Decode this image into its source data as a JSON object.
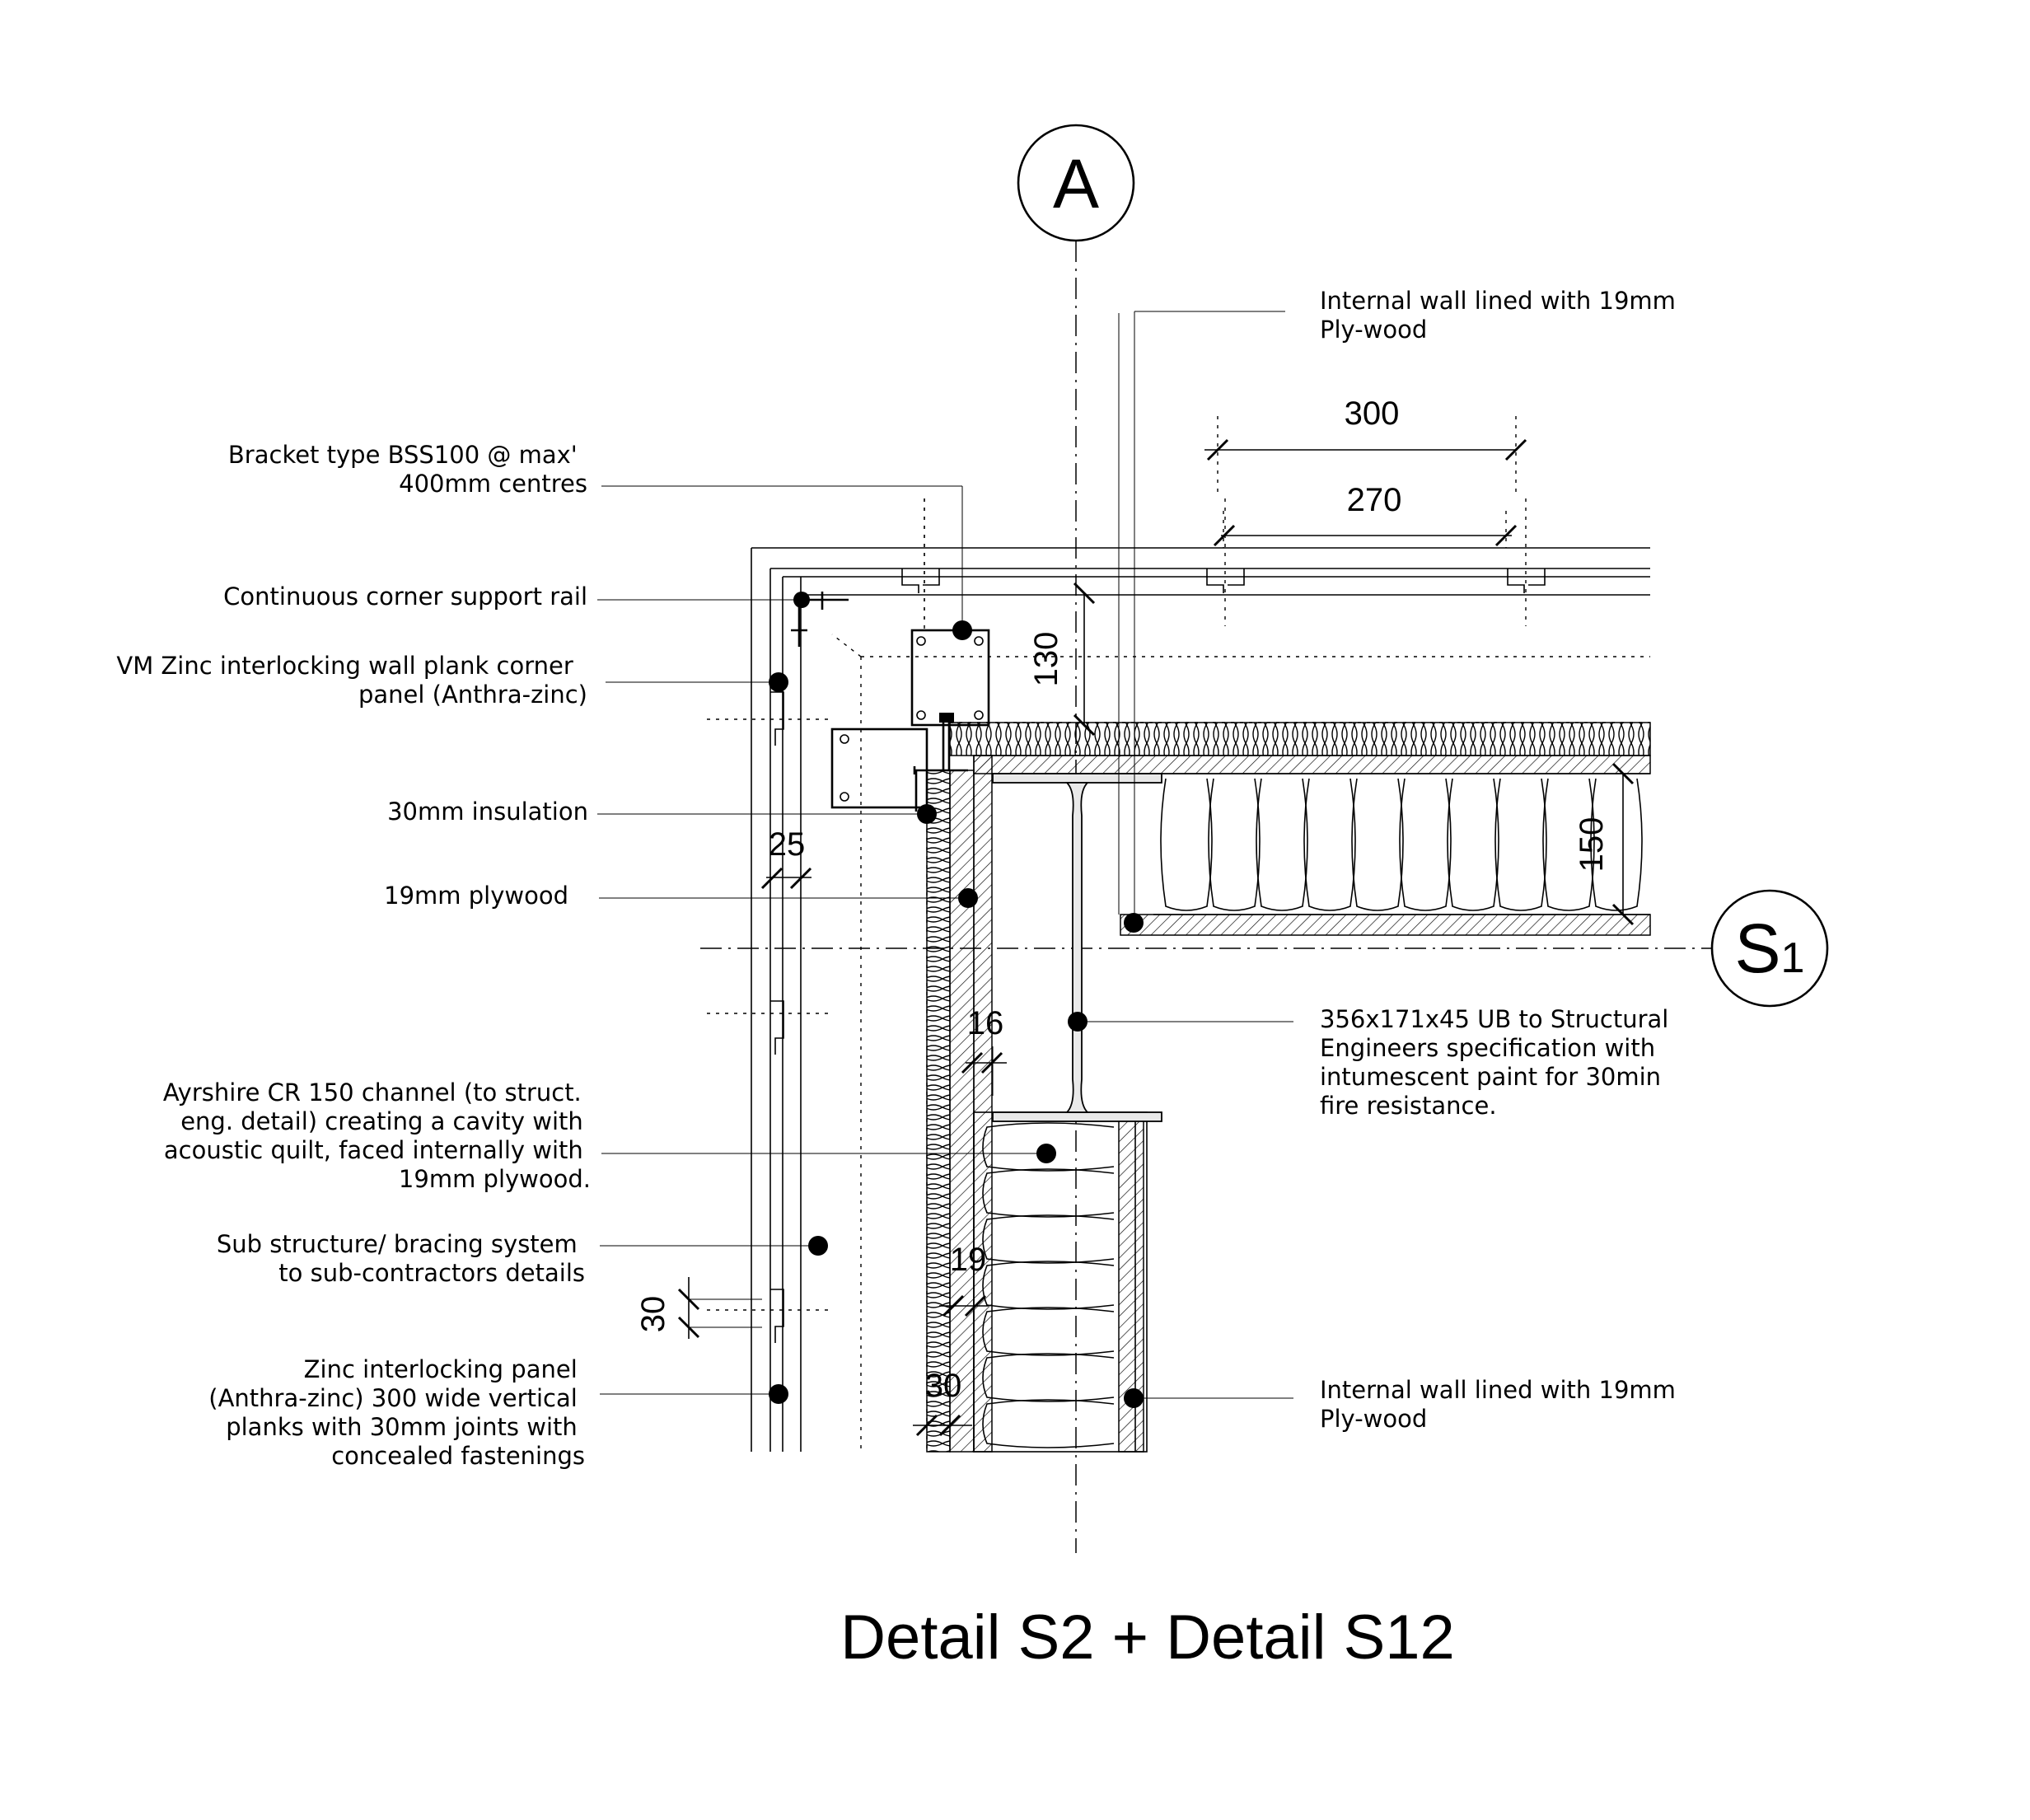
{
  "drawing": {
    "title": "Detail S2 + Detail S12",
    "grid_markers": {
      "a": "A",
      "s1_main": "S",
      "s1_sub": "1"
    },
    "dimensions": {
      "d300": "300",
      "d270": "270",
      "d130": "130",
      "d150": "150",
      "d25": "25",
      "d16": "16",
      "d19": "19",
      "d30_horizontal": "30",
      "d30_vertical": "30"
    },
    "annotations": {
      "bracket": [
        "Bracket type BSS100 @ max'",
        "400mm centres"
      ],
      "corner_rail": [
        "Continuous corner support rail"
      ],
      "corner_panel": [
        "VM Zinc interlocking wall plank corner",
        "panel (Anthra-zinc)"
      ],
      "insulation": [
        "30mm insulation"
      ],
      "plywood": [
        "19mm plywood"
      ],
      "channel": [
        "Ayrshire CR 150 channel (to struct.",
        "eng. detail) creating a cavity with",
        "acoustic quilt, faced internally with",
        "19mm plywood."
      ],
      "substructure": [
        "Sub structure/ bracing system",
        "to sub-contractors details"
      ],
      "zinc_panel": [
        "Zinc interlocking panel",
        "(Anthra-zinc) 300 wide vertical",
        "planks with 30mm joints with",
        "concealed fastenings"
      ],
      "internal_wall_top": [
        "Internal wall lined with 19mm",
        "Ply-wood"
      ],
      "ub_beam": [
        "356x171x45 UB to Structural",
        "Engineers specification with",
        "intumescent paint for 30min",
        "fire resistance."
      ],
      "internal_wall_bottom": [
        "Internal wall lined with 19mm",
        "Ply-wood"
      ]
    }
  }
}
